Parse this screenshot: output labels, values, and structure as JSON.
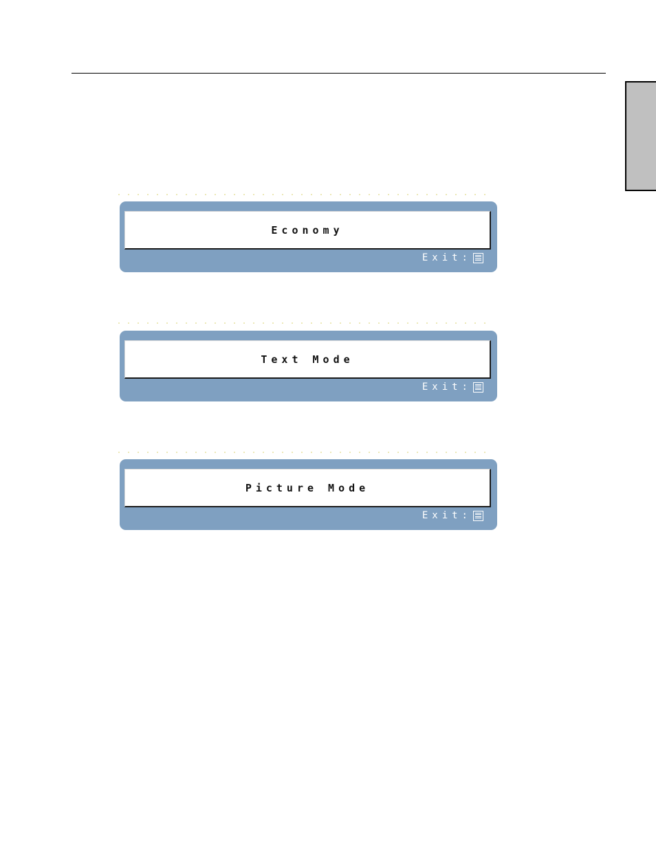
{
  "osd_panels": [
    {
      "title": "Economy",
      "exit_label": "Exit:",
      "exit_icon": "menu-icon"
    },
    {
      "title": "Text Mode",
      "exit_label": "Exit:",
      "exit_icon": "menu-icon"
    },
    {
      "title": "Picture Mode",
      "exit_label": "Exit:",
      "exit_icon": "menu-icon"
    }
  ],
  "colors": {
    "osd_frame": "#7fa0c1",
    "osd_field": "#ffffff",
    "side_tab": "#c0c0c0"
  }
}
